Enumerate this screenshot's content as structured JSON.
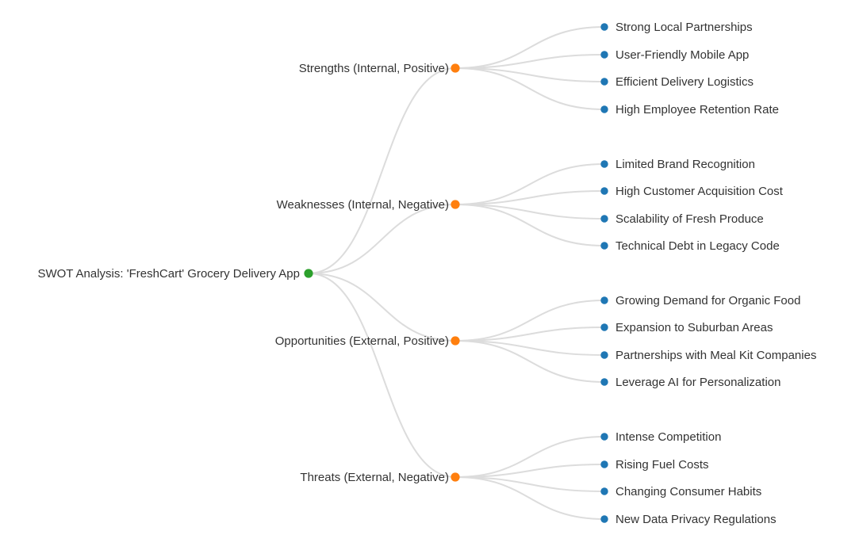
{
  "page": {
    "background": "#ffffff"
  },
  "colors": {
    "root_dot": "#2ca02c",
    "branch_dot": "#ff7f0e",
    "leaf_dot": "#1f77b4",
    "edge": "#dcdcdc",
    "text": "#333333"
  },
  "tree": {
    "root": "SWOT Analysis: 'FreshCart' Grocery Delivery App",
    "branches": [
      {
        "label": "Strengths (Internal, Positive)",
        "children": [
          "Strong Local Partnerships",
          "User-Friendly Mobile App",
          "Efficient Delivery Logistics",
          "High Employee Retention Rate"
        ]
      },
      {
        "label": "Weaknesses (Internal, Negative)",
        "children": [
          "Limited Brand Recognition",
          "High Customer Acquisition Cost",
          "Scalability of Fresh Produce",
          "Technical Debt in Legacy Code"
        ]
      },
      {
        "label": "Opportunities (External, Positive)",
        "children": [
          "Growing Demand for Organic Food",
          "Expansion to Suburban Areas",
          "Partnerships with Meal Kit Companies",
          "Leverage AI for Personalization"
        ]
      },
      {
        "label": "Threats (External, Negative)",
        "children": [
          "Intense Competition",
          "Rising Fuel Costs",
          "Changing Consumer Habits",
          "New Data Privacy Regulations"
        ]
      }
    ]
  }
}
